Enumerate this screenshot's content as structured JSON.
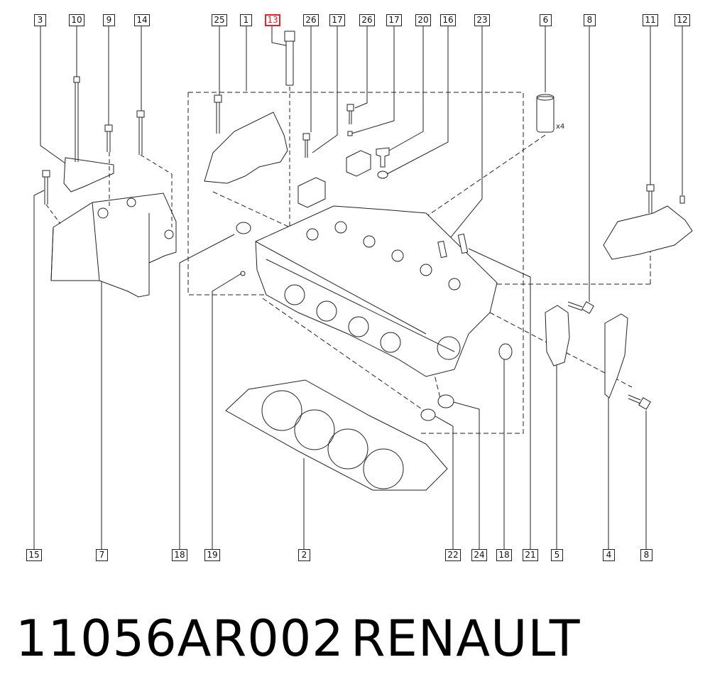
{
  "footer": {
    "part_number": "11056AR002",
    "brand": "RENAULT"
  },
  "quantity_note": "x4",
  "highlighted_callout": "13",
  "highlight_color": "#e0242a",
  "callouts_top": [
    "3",
    "10",
    "9",
    "14",
    "25",
    "1",
    "13",
    "26",
    "17",
    "26",
    "17",
    "20",
    "16",
    "23",
    "6",
    "8",
    "11",
    "12"
  ],
  "callouts_bottom": [
    "15",
    "7",
    "18",
    "19",
    "2",
    "22",
    "24",
    "18",
    "21",
    "5",
    "4",
    "8"
  ]
}
